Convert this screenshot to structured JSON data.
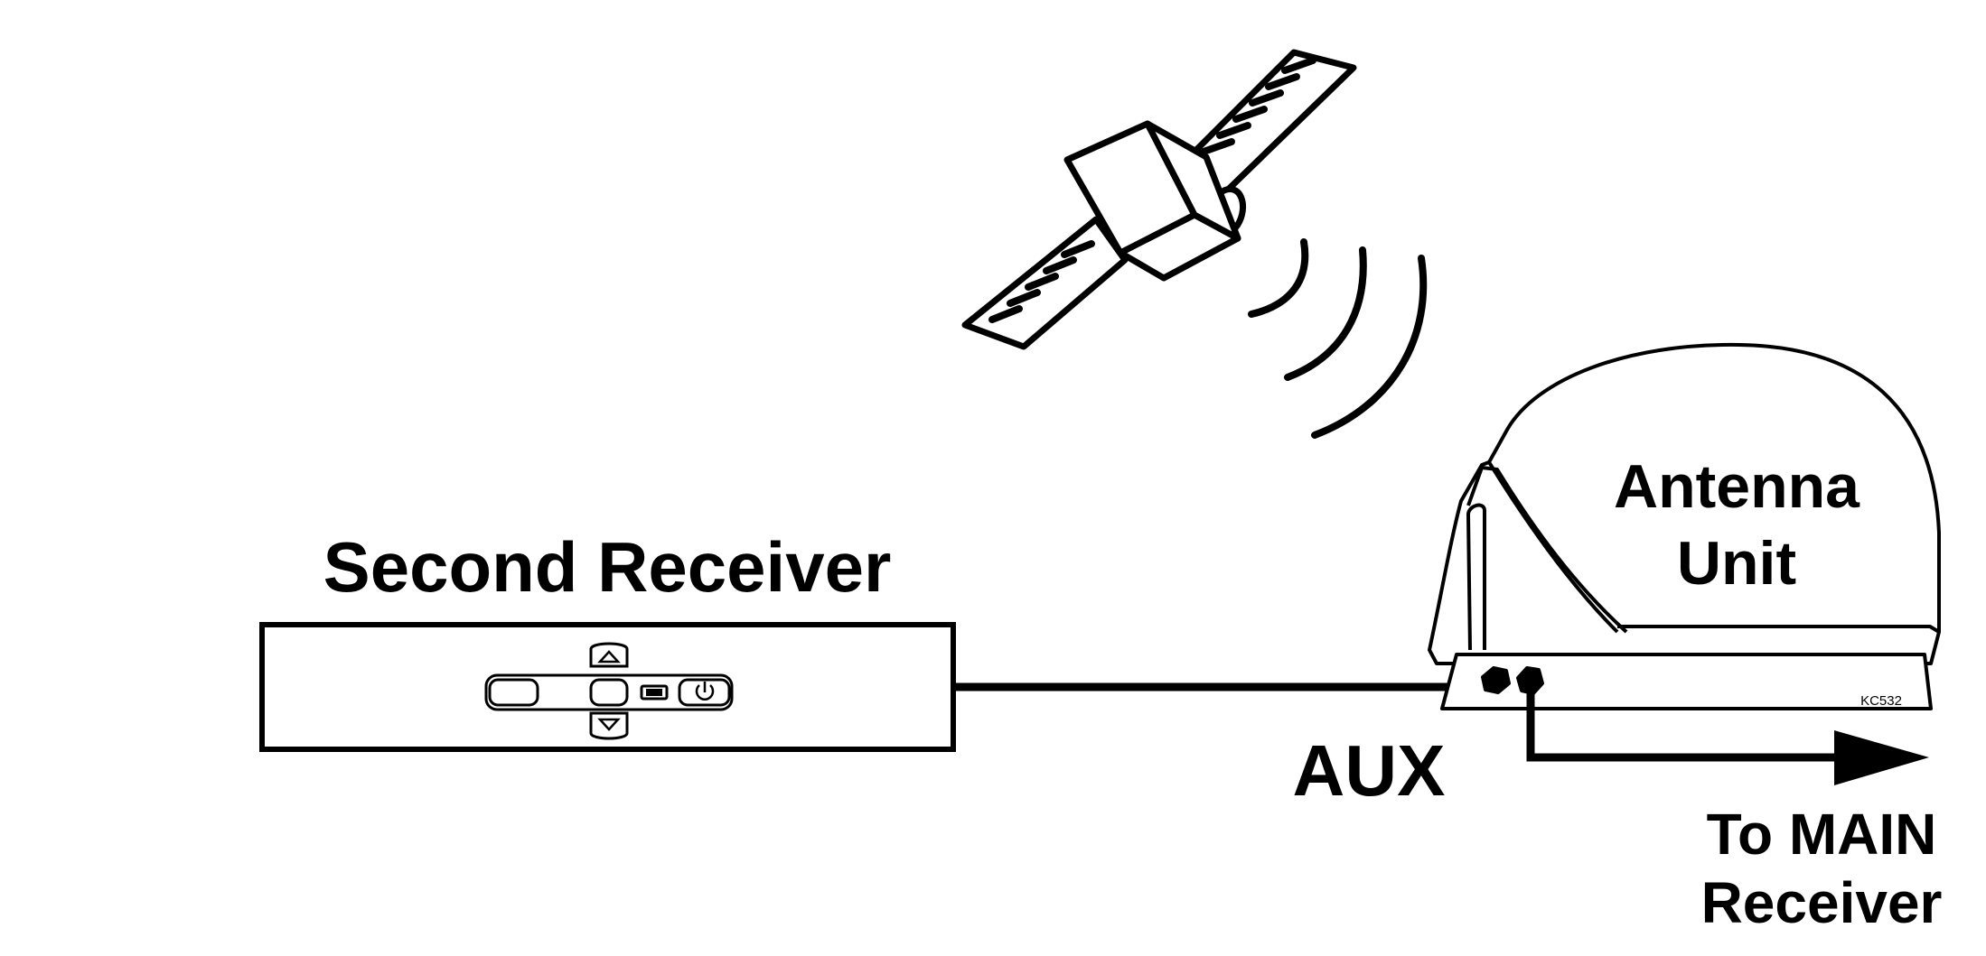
{
  "colors": {
    "stroke": "#000000",
    "background": "#ffffff"
  },
  "labels": {
    "second_receiver": "Second Receiver",
    "antenna_unit_line1": "Antenna",
    "antenna_unit_line2": "Unit",
    "aux": "AUX",
    "to_main_line1": "To MAIN",
    "to_main_line2": "Receiver",
    "model_code": "KC532"
  },
  "icons": {
    "satellite": "satellite-icon",
    "signal": "signal-waves-icon",
    "up_arrow": "up-arrow-icon",
    "down_arrow": "down-arrow-icon",
    "power": "power-icon"
  }
}
